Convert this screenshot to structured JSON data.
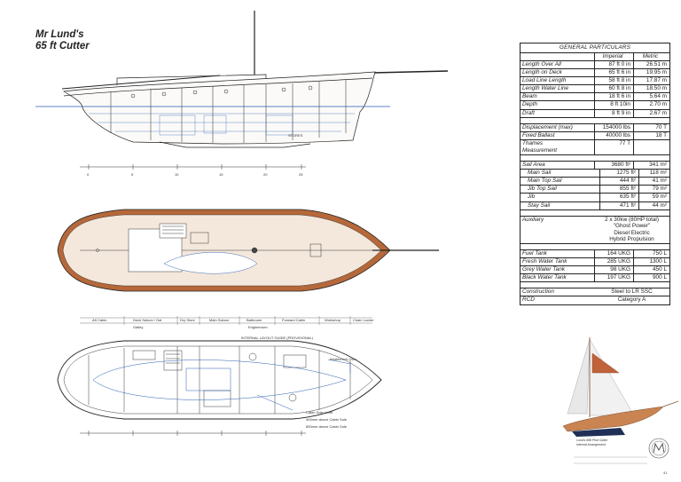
{
  "title": {
    "line1": "Mr Lund's",
    "line2": "65 ft Cutter"
  },
  "specs": {
    "heading": "GENERAL PARTICULARS",
    "col_imperial": "Imperial",
    "col_metric": "Metric",
    "dimensions": [
      {
        "label": "Length Over All",
        "imperial": "87 ft 0 in",
        "metric": "26.51 m"
      },
      {
        "label": "Length on Deck",
        "imperial": "65 ft 6 in",
        "metric": "19.95 m"
      },
      {
        "label": "Load Line Length",
        "imperial": "58 ft 8 in",
        "metric": "17.87 m"
      },
      {
        "label": "Length Water Line",
        "imperial": "60 ft 8 in",
        "metric": "18.50 m"
      },
      {
        "label": "Beam",
        "imperial": "18 ft 6 in",
        "metric": "5.64 m"
      },
      {
        "label": "Depth",
        "imperial": "8 ft 10in",
        "metric": "2.70 m"
      },
      {
        "label": "Draft",
        "imperial": "8 ft 9 in",
        "metric": "2.67 m"
      }
    ],
    "weights": [
      {
        "label": "Displacement (max)",
        "imperial": "154000 lbs",
        "metric": "70 T"
      },
      {
        "label": "Fixed Ballast",
        "imperial": "40000 lbs",
        "metric": "18 T"
      },
      {
        "label": "Thames",
        "imperial": "77 T",
        "metric": ""
      },
      {
        "label": "Measurement",
        "imperial": "",
        "metric": ""
      }
    ],
    "sails": [
      {
        "label": "Sail Area",
        "imperial": "3680 ft²",
        "metric": "341 m²"
      },
      {
        "label": "Main Sail",
        "imperial": "1275 ft²",
        "metric": "118 m²"
      },
      {
        "label": "Main Top Sail",
        "imperial": "444 ft²",
        "metric": "41 m²"
      },
      {
        "label": "Jib Top Sail",
        "imperial": "855 ft²",
        "metric": "79 m²"
      },
      {
        "label": "Jib",
        "imperial": "635 ft²",
        "metric": "59 m²"
      },
      {
        "label": "Stay Sail",
        "imperial": "471 ft²",
        "metric": "44 m²"
      }
    ],
    "auxiliary": {
      "label": "Auxiliary",
      "lines": [
        "2 x 30kw (80HP total)",
        "\"Ghost Power\"",
        "Diesel Electric",
        "Hybrid Propulsion"
      ]
    },
    "tanks": [
      {
        "label": "Fuel Tank",
        "imperial": "164 UKG",
        "metric": "750 L"
      },
      {
        "label": "Fresh Water Tank",
        "imperial": "285 UKG",
        "metric": "1300 L"
      },
      {
        "label": "Grey Water Tank",
        "imperial": "98 UKG",
        "metric": "450 L"
      },
      {
        "label": "Black Water Tank",
        "imperial": "197 UKG",
        "metric": "900 L"
      }
    ],
    "construction": {
      "label": "Construction",
      "value": "Steel to LR SSC"
    },
    "rcd": {
      "label": "RCD",
      "value": "Category A"
    }
  },
  "profile_labels": {
    "stores": "STORES"
  },
  "scale_ticks": [
    "0",
    "5",
    "10",
    "15",
    "20",
    "25"
  ],
  "compartments": {
    "top": [
      "Aft Cabin",
      "Deck Saloon / Gal",
      "Dry Store",
      "Main Saloon",
      "Bathroom",
      "Forward Cabin",
      "Workshop",
      "Chain Locker"
    ],
    "bottom": [
      "Galley",
      "Engineroom"
    ]
  },
  "plan_notes": {
    "interior_guide": "INTERNAL LAYOUT GUIDE (PROVISIONAL)",
    "workbench": "Workbench Over",
    "cabin_sole": "Cabin Sole Level",
    "above_1": "400mm above Cabin Sole",
    "above_2": "800mm above Cabin Sole"
  },
  "stamp": {
    "line1": "Lund's 65ft Pilot Cutter",
    "line2": "Internal Arrangement"
  },
  "page_number": "41",
  "colors": {
    "hull_wood": "#b5683a",
    "hull_fill": "#f4e8dc",
    "blue_layout": "#2a5db0",
    "ink": "#222222"
  }
}
